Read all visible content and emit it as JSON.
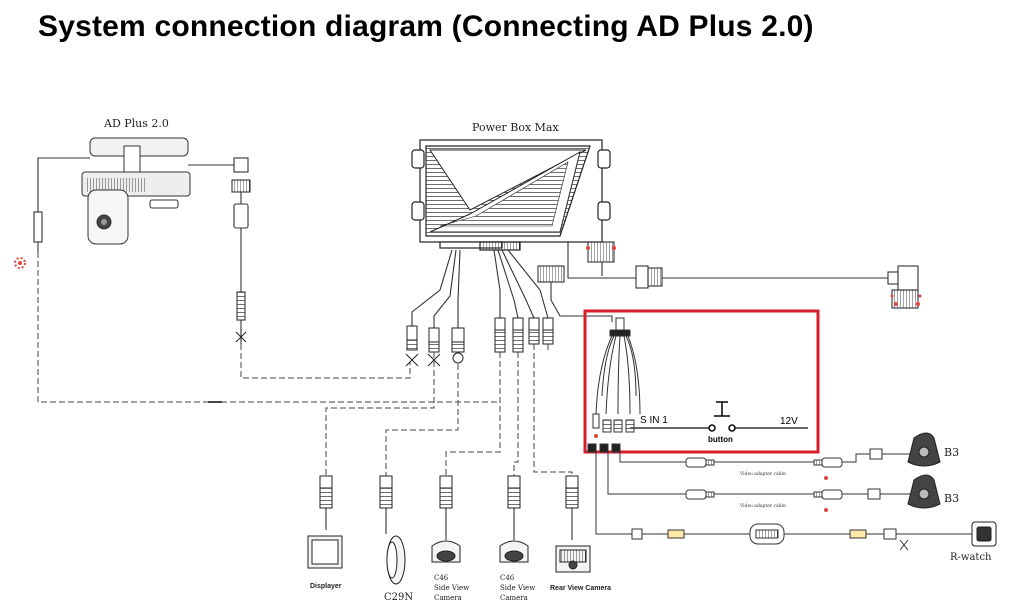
{
  "title": "System connection diagram (Connecting AD Plus 2.0)",
  "labels": {
    "ad_plus": "AD Plus 2.0",
    "power_box": "Power Box Max",
    "s_in": "S IN 1",
    "button": "button",
    "v12": "12V",
    "b3_top": "B3",
    "b3_bottom": "B3",
    "rwatch": "R-watch",
    "video_cable_1": "Video adapter cable",
    "video_cable_2": "Video adapter cable",
    "displayer": "Displayer",
    "c29n": "C29N",
    "c46_a_line1": "C46",
    "c46_a_line2": "Side View",
    "c46_a_line3": "Camera",
    "c46_b_line1": "C46",
    "c46_b_line2": "Side View",
    "c46_b_line3": "Camera",
    "rear_camera": "Rear View Camera"
  },
  "colors": {
    "highlight": "#d81e2a",
    "line": "#222222",
    "pin": "#e0483c"
  }
}
